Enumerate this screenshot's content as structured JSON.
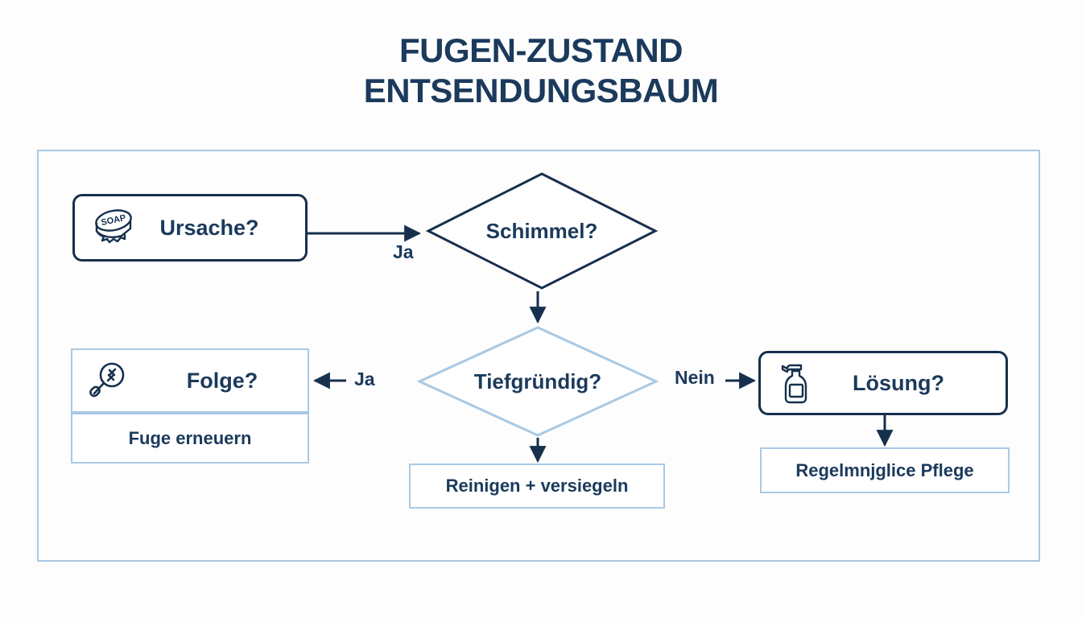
{
  "title": {
    "line1": "FUGEN-ZUSTAND",
    "line2": "ENTSENDUNGSBAUM"
  },
  "colors": {
    "navy": "#16304d",
    "text_navy": "#1b3a5c",
    "light_blue": "#a9c9e4",
    "background": "#fdfdfd",
    "node_fill": "#ffffff"
  },
  "diagram": {
    "type": "decision-tree",
    "nodes": [
      {
        "id": "ursache",
        "label": "Ursache?",
        "shape": "rounded-rect",
        "style": "strong",
        "icon": "soap-bar-icon",
        "icon_text": "SOAP"
      },
      {
        "id": "schimmel",
        "label": "Schimmel?",
        "shape": "diamond",
        "style": "strong"
      },
      {
        "id": "tiefgruendig",
        "label": "Tiefgründig?",
        "shape": "diamond",
        "style": "light"
      },
      {
        "id": "folge",
        "label": "Folge?",
        "shape": "rect",
        "style": "light",
        "icon": "magnifier-wrench-icon"
      },
      {
        "id": "fuge-erneuern",
        "label": "Fuge erneuern",
        "shape": "rect",
        "style": "light"
      },
      {
        "id": "loesung",
        "label": "Lösung?",
        "shape": "rounded-rect",
        "style": "strong",
        "icon": "spray-bottle-icon"
      },
      {
        "id": "regelmaessige-pflege",
        "label": "Regelmǌglice Pflege",
        "shape": "rect",
        "style": "light"
      },
      {
        "id": "reinigen-versiegeln",
        "label": "Reinigen + versiegeln",
        "shape": "rect",
        "style": "light"
      }
    ],
    "edges": [
      {
        "from": "ursache",
        "to": "schimmel",
        "label": "Ja",
        "direction": "right"
      },
      {
        "from": "schimmel",
        "to": "tiefgruendig",
        "label": "",
        "direction": "down"
      },
      {
        "from": "tiefgruendig",
        "to": "folge",
        "label": "Ja",
        "direction": "left"
      },
      {
        "from": "tiefgruendig",
        "to": "loesung",
        "label": "Nein",
        "direction": "right"
      },
      {
        "from": "tiefgruendig",
        "to": "reinigen-versiegeln",
        "label": "",
        "direction": "down"
      },
      {
        "from": "loesung",
        "to": "regelmaessige-pflege",
        "label": "",
        "direction": "down"
      }
    ],
    "edge_labels": {
      "ja_1": "Ja",
      "ja_2": "Ja",
      "nein": "Nein"
    }
  }
}
